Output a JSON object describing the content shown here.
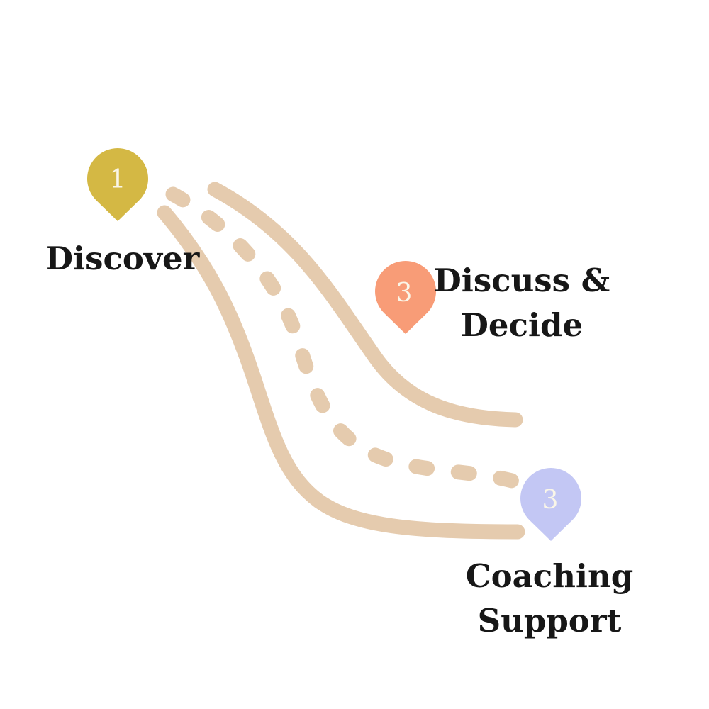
{
  "colors": {
    "background": "#ffffff",
    "road": "#e5cbae",
    "label_text": "#171717",
    "pin_number_text": "#faf6e8"
  },
  "road": {
    "edge_style": "solid",
    "center_line_style": "dashed"
  },
  "steps": [
    {
      "id": "discover",
      "icon": "map-pin",
      "number": "1",
      "pin_color": "#d4b844",
      "lines": [
        "Discover"
      ]
    },
    {
      "id": "discuss-decide",
      "icon": "map-pin",
      "number": "3",
      "pin_color": "#f89c77",
      "lines": [
        "Discuss &",
        "Decide"
      ]
    },
    {
      "id": "coaching-support",
      "icon": "map-pin",
      "number": "3",
      "pin_color": "#c3c7f4",
      "lines": [
        "Coaching",
        "Support"
      ]
    }
  ]
}
